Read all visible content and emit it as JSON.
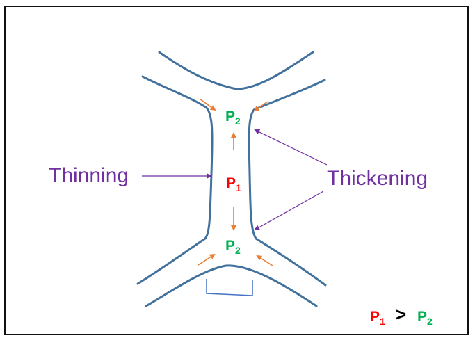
{
  "labels": {
    "thinning": "Thinning",
    "thickening": "Thickening",
    "pressure_high": "P",
    "pressure_high_sub": "1",
    "pressure_low": "P",
    "pressure_low_sub": "2",
    "relation_symbol": ">"
  },
  "colors": {
    "film_line": "#41719c",
    "arrow_flow": "#ed7d31",
    "pointer": "#7030a0",
    "text_purple": "#7030a0",
    "p1": "#ff0000",
    "p2": "#00b050",
    "bracket": "#4472c4"
  }
}
